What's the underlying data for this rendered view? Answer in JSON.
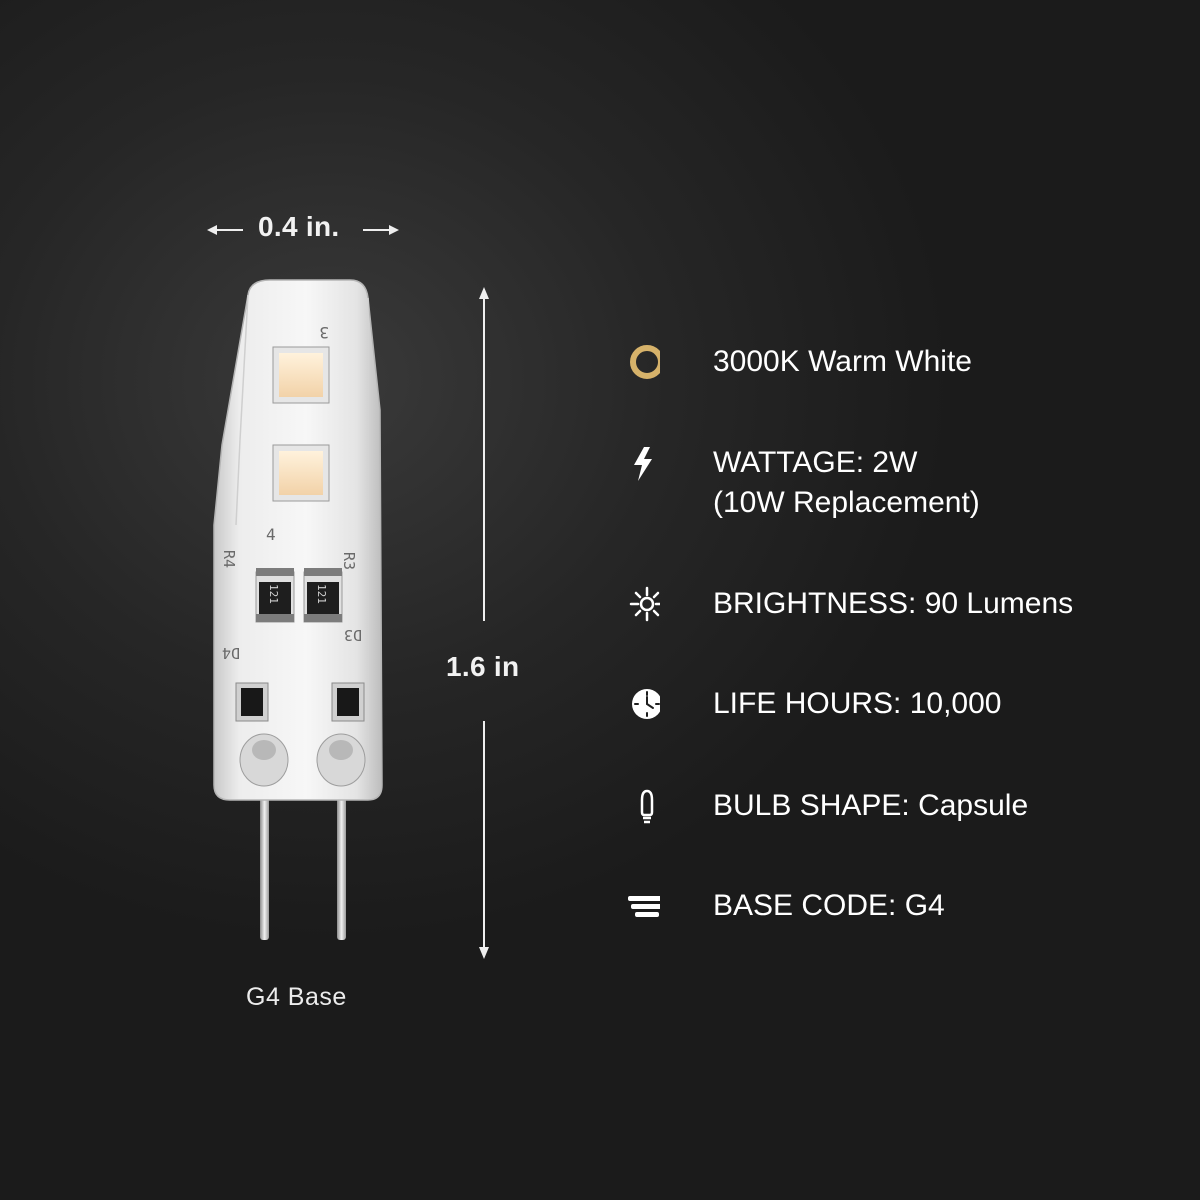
{
  "width_label": "0.4 in.",
  "height_label": "1.6 in",
  "base_label": "G4 Base",
  "accent_color": "#d6b26a",
  "specs": [
    {
      "icon": "ring-icon",
      "lines": [
        "3000K Warm White"
      ]
    },
    {
      "icon": "lightning-bolt-icon",
      "lines": [
        "WATTAGE: 2W",
        "(10W Replacement)"
      ]
    },
    {
      "icon": "sun-burst-icon",
      "lines": [
        "BRIGHTNESS: 90 Lumens"
      ]
    },
    {
      "icon": "clock-icon",
      "lines": [
        "LIFE HOURS: 10,000"
      ]
    },
    {
      "icon": "bulb-outline-icon",
      "lines": [
        "BULB SHAPE: Capsule"
      ]
    },
    {
      "icon": "base-stack-icon",
      "lines": [
        "BASE CODE: G4"
      ]
    }
  ],
  "bulb_markings": {
    "led_top_mark": "3",
    "led_left_mark": "4",
    "resistor_left_mark": "R4",
    "resistor_right_mark": "R3",
    "resistor_code": "121",
    "diode_left_mark": "D4",
    "diode_right_mark": "D3"
  }
}
